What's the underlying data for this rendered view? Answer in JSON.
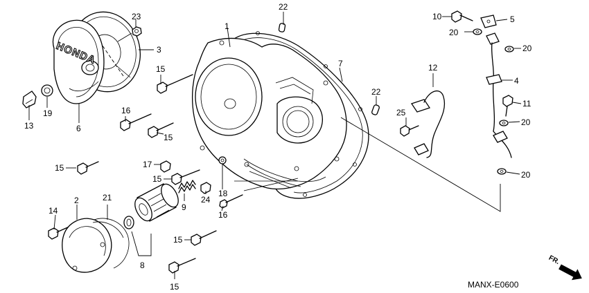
{
  "diagram_code": "MANX-E0600",
  "direction_label": "FR.",
  "brand_logo": "HONDA",
  "callouts": {
    "c23": "23",
    "c3": "3",
    "c13": "13",
    "c19": "19",
    "c6": "6",
    "c1": "1",
    "c22a": "22",
    "c7": "7",
    "c22b": "22",
    "c15a": "15",
    "c16a": "16",
    "c15b": "15",
    "c15c": "15",
    "c17": "17",
    "c15d": "15",
    "c9": "9",
    "c24": "24",
    "c18": "18",
    "c16b": "16",
    "c2": "2",
    "c21": "21",
    "c14": "14",
    "c8": "8",
    "c15e": "15",
    "c15f": "15",
    "c10": "10",
    "c5": "5",
    "c20a": "20",
    "c20b": "20",
    "c12": "12",
    "c4": "4",
    "c11": "11",
    "c25": "25",
    "c20c": "20",
    "c20d": "20"
  }
}
